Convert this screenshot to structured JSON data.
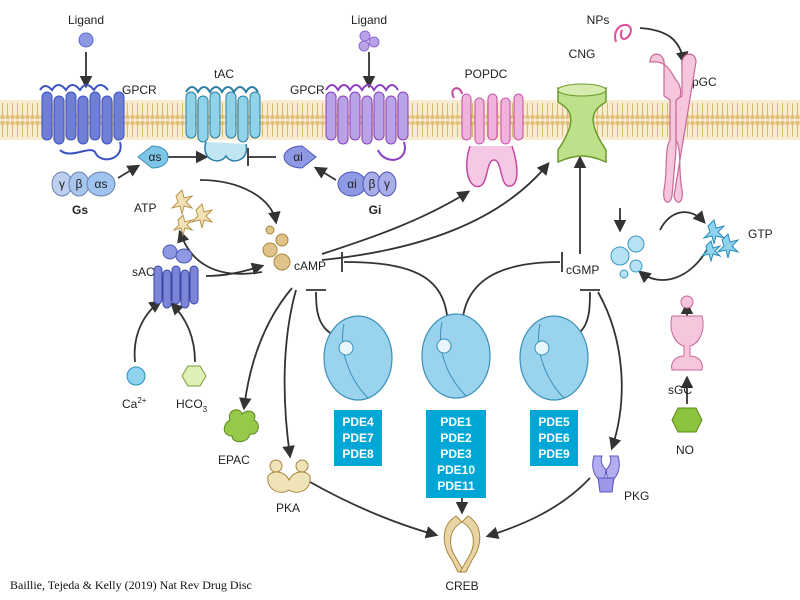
{
  "labels": {
    "ligand_left": "Ligand",
    "ligand_right": "Ligand",
    "gpcr_left": "GPCR",
    "gpcr_right": "GPCR",
    "tac": "tAC",
    "popdc": "POPDC",
    "cng": "CNG",
    "nps": "NPs",
    "pgc": "pGC",
    "gs": "Gs",
    "gi": "Gi",
    "atp": "ATP",
    "camp": "cAMP",
    "cgmp": "cGMP",
    "gtp": "GTP",
    "sac": "sAC",
    "ca": "Ca",
    "ca_sup": "2+",
    "hco3": "HCO",
    "hco3_sub": "3",
    "epac": "EPAC",
    "pka": "PKA",
    "pkg": "PKG",
    "creb": "CREB",
    "sgc": "sGC",
    "no": "NO"
  },
  "subunits": {
    "gamma": "γ",
    "beta": "β",
    "alpha_s": "αs",
    "alpha_i": "αi"
  },
  "pde_groups": [
    {
      "members": [
        "PDE4",
        "PDE7",
        "PDE8"
      ]
    },
    {
      "members": [
        "PDE1",
        "PDE2",
        "PDE3",
        "PDE10",
        "PDE11"
      ]
    },
    {
      "members": [
        "PDE5",
        "PDE6",
        "PDE9"
      ]
    }
  ],
  "citation": "Baillie, Tejeda & Kelly (2019) Nat Rev Drug Disc",
  "colors": {
    "membrane": "#e7cf94",
    "gpcr_s": "#6f7fd6",
    "tac": "#8fd3e8",
    "gpcr_i": "#b9a2e6",
    "popdc": "#f0b3dc",
    "cng": "#bfe08a",
    "pgc": "#f5c6dc",
    "pde": "#9ad3ee",
    "pde_label": "#00a6d6",
    "camp": "#e0c389",
    "gtp": "#8fd3ee",
    "epac": "#96c84a",
    "pka": "#f1e3b8",
    "pkg": "#b3aef0",
    "creb": "#e9d4a6",
    "sac": "#7c86d8",
    "no": "#8cc43e"
  }
}
